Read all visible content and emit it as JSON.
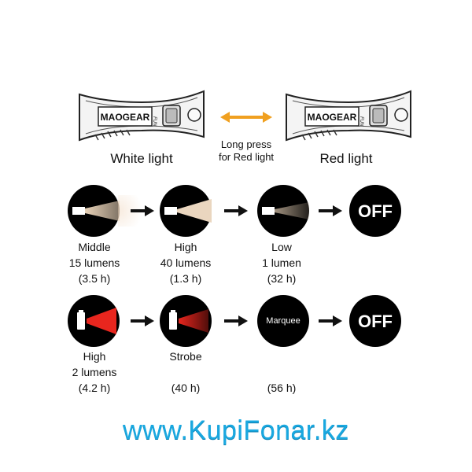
{
  "devices": {
    "brand": "MAOGEAR",
    "badge": "FUN",
    "white_caption": "White light",
    "red_caption": "Red light",
    "swap_line1": "Long press",
    "swap_line2": "for Red light",
    "arrow_color": "#f0a020"
  },
  "white_row": [
    {
      "line1": "Middle",
      "line2": "15 lumens",
      "line3": "(3.5 h)"
    },
    {
      "line1": "High",
      "line2": "40 lumens",
      "line3": "(1.3 h)"
    },
    {
      "line1": "Low",
      "line2": "1 lumen",
      "line3": "(32 h)"
    },
    {
      "label": "OFF"
    }
  ],
  "red_row": [
    {
      "line1": "High",
      "line2": "2 lumens",
      "line3": "(4.2 h)"
    },
    {
      "line1": "Strobe",
      "line2": "",
      "line3": "(40 h)"
    },
    {
      "label": "Marquee",
      "line3": "(56 h)"
    },
    {
      "label": "OFF"
    }
  ],
  "colors": {
    "beam_white": "#e8d2b8",
    "beam_red": "#e8261e",
    "circle": "#000000"
  },
  "watermark": "www.KupiFonar.kz"
}
